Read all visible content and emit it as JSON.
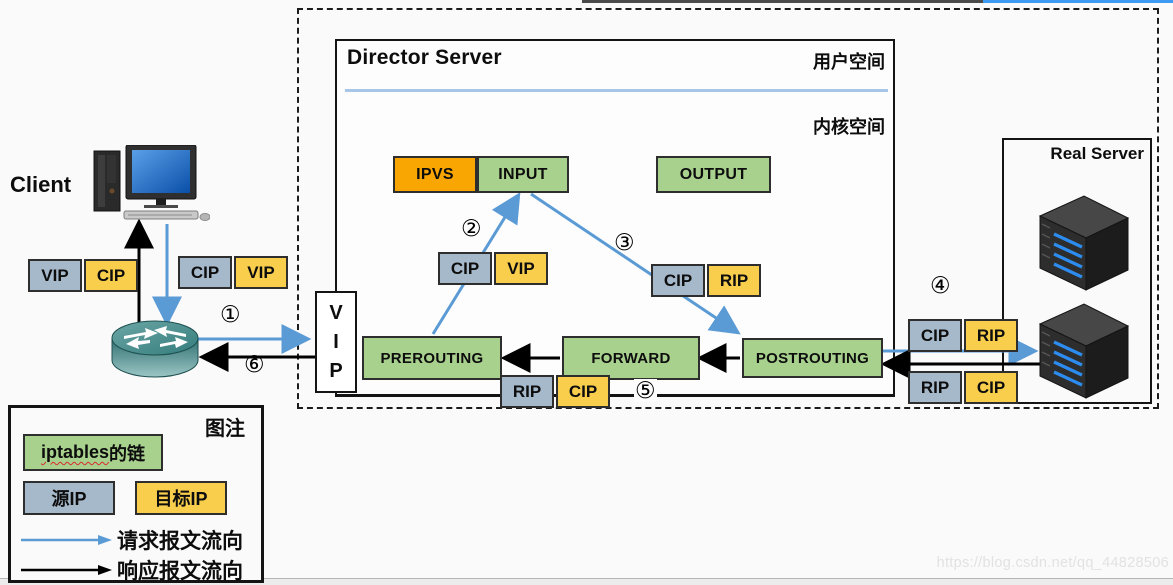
{
  "colors": {
    "blue_arrow": "#5B9BD5",
    "black_arrow": "#000000",
    "chain_green": "#A9D18E",
    "ipvs_orange": "#F9A602",
    "src_gray_blue": "#A6B9CB",
    "dst_yellow": "#F9CE4D",
    "separator_blue": "#A8C6E8",
    "top_strip_blue": "#3E9BF4"
  },
  "client": {
    "label": "Client"
  },
  "director": {
    "title": "Director Server",
    "user_space_label": "用户空间",
    "kernel_space_label": "内核空间",
    "vip_letters": [
      "V",
      "I",
      "P"
    ]
  },
  "chains": {
    "ipvs": "IPVS",
    "input": "INPUT",
    "output": "OUTPUT",
    "prerouting": "PREROUTING",
    "forward": "FORWARD",
    "postrouting": "POSTROUTING"
  },
  "real_server": {
    "title": "Real Server"
  },
  "steps": {
    "s1": "①",
    "s2": "②",
    "s3": "③",
    "s4": "④",
    "s5": "⑤",
    "s6": "⑥"
  },
  "packets": {
    "client_response": {
      "src": "VIP",
      "dst": "CIP"
    },
    "client_request": {
      "src": "CIP",
      "dst": "VIP"
    },
    "director_step2": {
      "src": "CIP",
      "dst": "VIP"
    },
    "director_step3": {
      "src": "CIP",
      "dst": "RIP"
    },
    "director_step5": {
      "src": "RIP",
      "dst": "CIP"
    },
    "rs_request": {
      "src": "CIP",
      "dst": "RIP"
    },
    "rs_response": {
      "src": "RIP",
      "dst": "CIP"
    }
  },
  "legend": {
    "title": "图注",
    "chain_word_en": "iptables",
    "chain_word_zh": "的链",
    "src_label": "源IP",
    "dst_label": "目标IP",
    "request_flow": "请求报文流向",
    "response_flow": "响应报文流向"
  },
  "watermark": "https://blog.csdn.net/qq_44828506"
}
